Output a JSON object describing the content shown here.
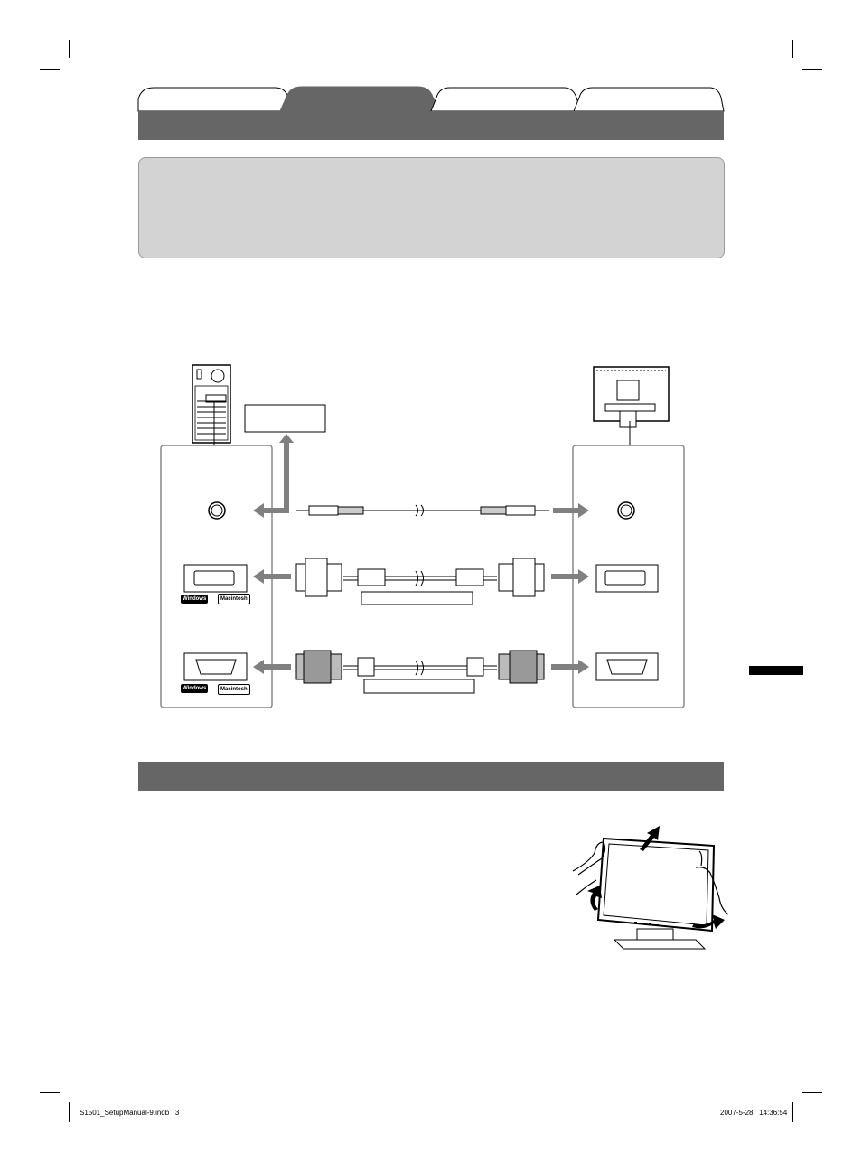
{
  "footer": {
    "filename": "S1501_SetupManual-9.indb   3",
    "timestamp": "2007-5-28   14:36:54"
  },
  "diagram": {
    "windows_label": "Windows",
    "macintosh_label": "Macintosh"
  },
  "colors": {
    "tab_fill": "#ffffff",
    "tab_active": "#666666",
    "bar": "#666666",
    "note_box": "#d3d3d3",
    "arrow": "#808080"
  }
}
